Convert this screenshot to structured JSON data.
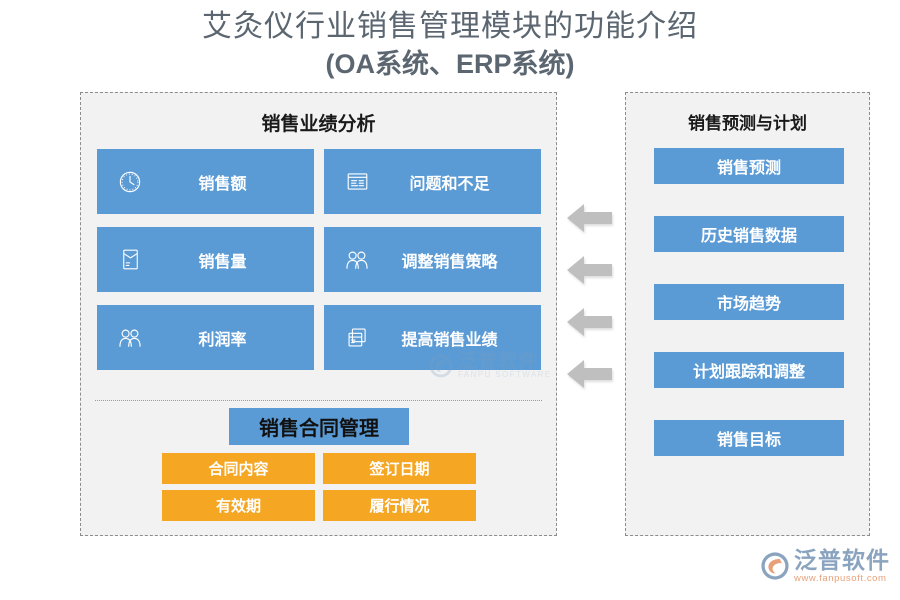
{
  "title": {
    "line1": "艾灸仪行业销售管理模块的功能介绍",
    "line2": "(OA系统、ERP系统)"
  },
  "colors": {
    "blue": "#5b9bd5",
    "orange": "#f5a623",
    "panel_bg": "#f2f2f2",
    "panel_border": "#8c8c8c",
    "arrow": "#bfbfbf",
    "title_text": "#5b6670"
  },
  "left_panel": {
    "heading": "销售业绩分析",
    "features": [
      {
        "label": "销售额",
        "icon": "clock-icon"
      },
      {
        "label": "问题和不足",
        "icon": "report-list-icon"
      },
      {
        "label": "销售量",
        "icon": "envelope-document-icon"
      },
      {
        "label": "调整销售策略",
        "icon": "users-icon"
      },
      {
        "label": "利润率",
        "icon": "users-icon"
      },
      {
        "label": "提高销售业绩",
        "icon": "stacked-windows-icon"
      }
    ],
    "contract": {
      "heading": "销售合同管理",
      "items": [
        "合同内容",
        "签订日期",
        "有效期",
        "履行情况"
      ]
    }
  },
  "right_panel": {
    "heading": "销售预测与计划",
    "items": [
      "销售预测",
      "历史销售数据",
      "市场趋势",
      "计划跟踪和调整",
      "销售目标"
    ]
  },
  "arrows": {
    "count": 4,
    "direction": "left"
  },
  "branding": {
    "name_cn": "泛普软件",
    "url": "www.fanpusoft.com",
    "watermark_cn": "泛普软件",
    "watermark_en": "FANPU SOFTWARE"
  }
}
